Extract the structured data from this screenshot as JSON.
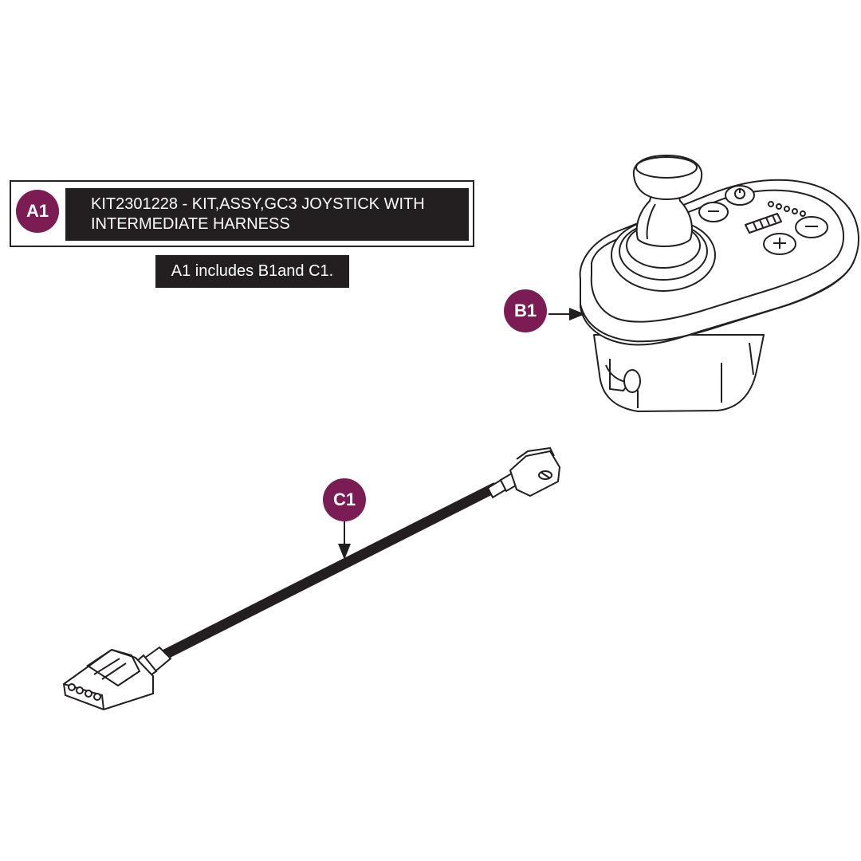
{
  "kit": {
    "callout": "A1",
    "description_line1": "KIT2301228 - KIT,ASSY,GC3 JOYSTICK WITH",
    "description_line2": "INTERMEDIATE HARNESS"
  },
  "note": "A1 includes B1and C1.",
  "parts": [
    {
      "callout": "B1",
      "icon": "joystick-controller-icon"
    },
    {
      "callout": "C1",
      "icon": "harness-cable-icon"
    }
  ],
  "colors": {
    "callout_fill": "#7b1c55",
    "label_fill": "#231f20",
    "line": "#231f20"
  }
}
